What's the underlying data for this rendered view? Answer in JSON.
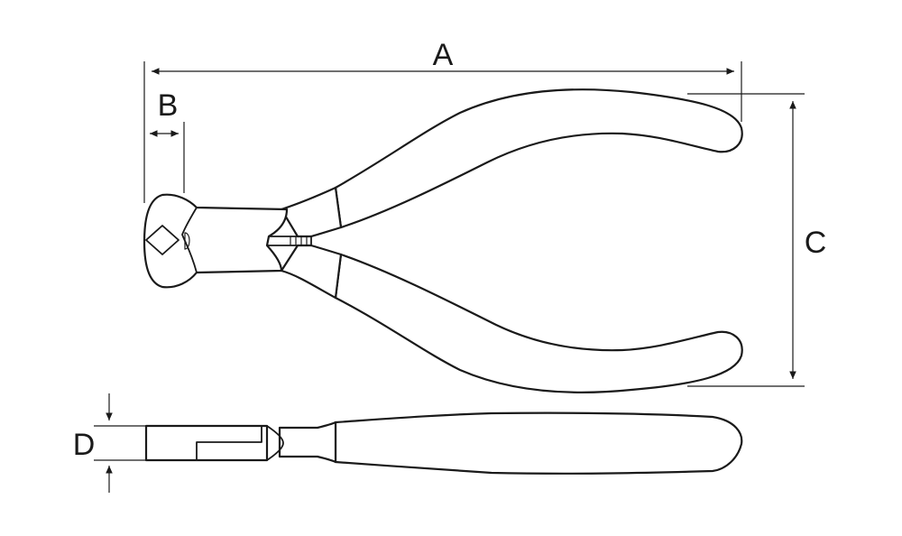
{
  "diagram": {
    "labels": {
      "A": "A",
      "B": "B",
      "C": "C",
      "D": "D"
    },
    "colors": {
      "line": "#1a1a1a",
      "background": "#ffffff"
    }
  }
}
